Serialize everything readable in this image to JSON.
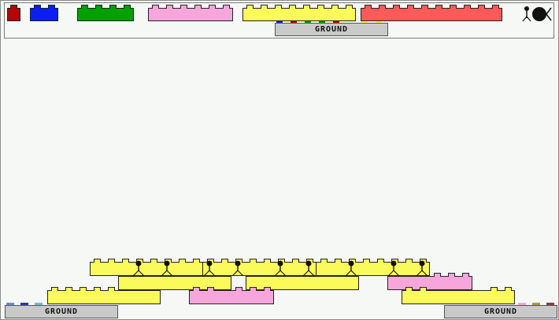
{
  "palette": {
    "ground_label": "GROUND",
    "bricks": [
      {
        "id": "red-small",
        "color": "#b00808",
        "studs": 1
      },
      {
        "id": "blue-2",
        "color": "#0a1ef5",
        "studs": 2
      },
      {
        "id": "green-4",
        "color": "#00a000",
        "studs": 4
      },
      {
        "id": "pink-6",
        "color": "#f7a6dc",
        "studs": 6
      },
      {
        "id": "yellow-8",
        "color": "#fafa5a",
        "studs": 8
      },
      {
        "id": "red-10",
        "color": "#ff5a5a",
        "studs": 10
      }
    ],
    "tools": [
      "pin-figure-icon",
      "wheel-icon",
      "delete-x-icon"
    ]
  },
  "scene": {
    "ground_left_label": "GROUND",
    "ground_right_label": "GROUND",
    "colors": {
      "yellow": "#fafa5a",
      "pink": "#f7a6dc",
      "gray": "#c9c9c9",
      "background": "#f5f8f5"
    }
  }
}
